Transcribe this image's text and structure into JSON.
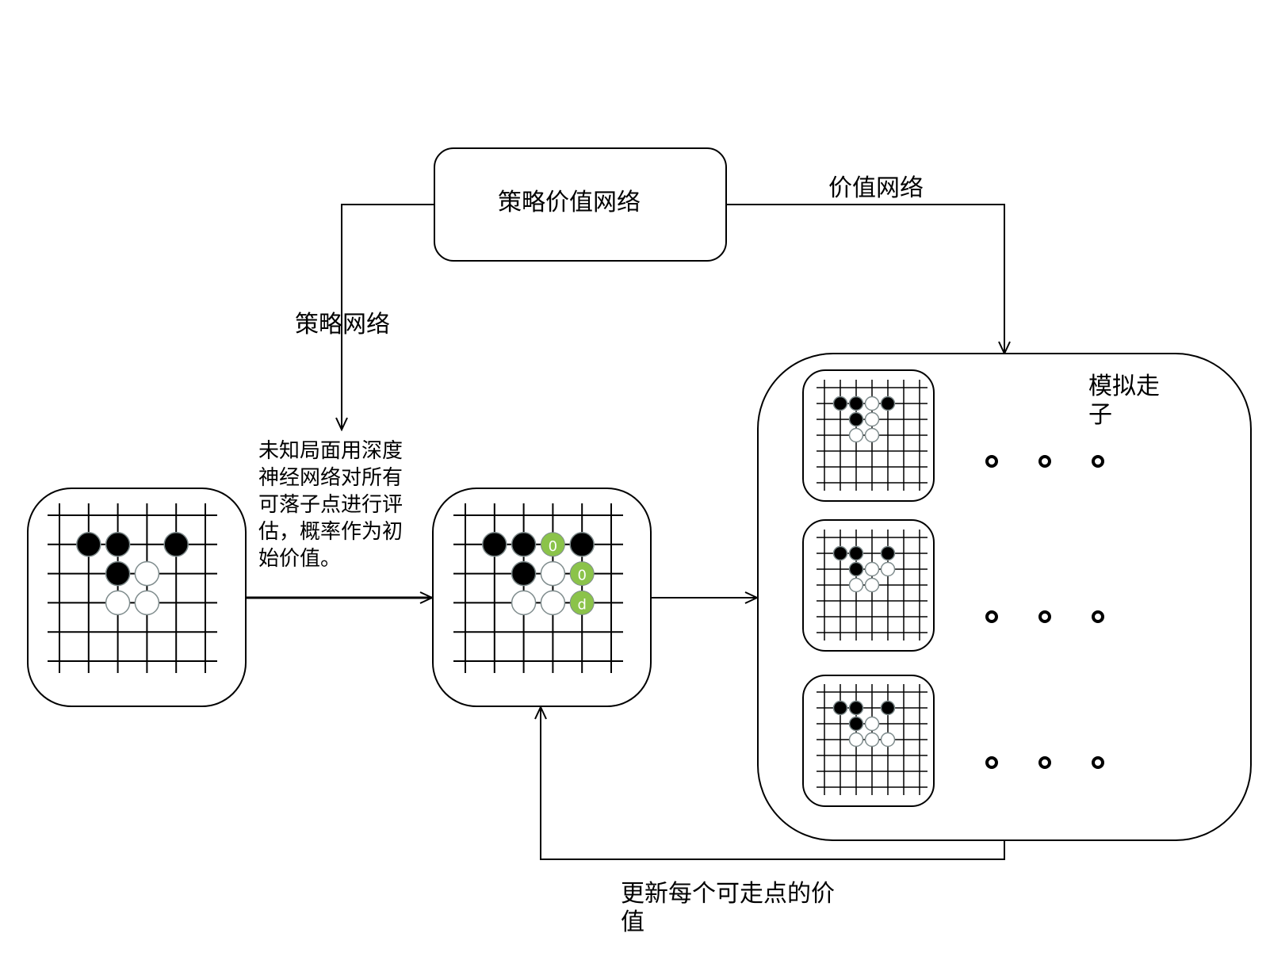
{
  "labels": {
    "core_network": "策略价值网络",
    "value_network": "价值网络",
    "policy_network": "策略网络",
    "evaluation_note": "未知局面用深度\n神经网络对所有\n可落子点进行评\n估，概率作为初\n始价值。",
    "simulate_moves": "模拟走\n子",
    "update_values": "更新每个可走点的价\n值"
  },
  "board_marks": {
    "candidate_1": "0",
    "candidate_2": "0",
    "candidate_3": "d"
  },
  "colors": {
    "line": "#000000",
    "black_stone": "#000000",
    "white_stone": "#ffffff",
    "stone_outline": "#7f8c8d",
    "candidate_fill": "#8bc34a"
  },
  "boards": {
    "initial": {
      "black": [
        [
          1,
          1
        ],
        [
          2,
          1
        ],
        [
          4,
          1
        ],
        [
          2,
          2
        ]
      ],
      "white": [
        [
          3,
          2
        ],
        [
          2,
          3
        ],
        [
          3,
          3
        ]
      ]
    },
    "evaluated": {
      "black": [
        [
          1,
          1
        ],
        [
          2,
          1
        ],
        [
          4,
          1
        ],
        [
          2,
          2
        ]
      ],
      "white": [
        [
          3,
          2
        ],
        [
          2,
          3
        ],
        [
          3,
          3
        ]
      ],
      "candidates": [
        [
          3,
          1
        ],
        [
          4,
          2
        ],
        [
          4,
          3
        ]
      ]
    },
    "sim_1": {
      "black": [
        [
          1,
          1
        ],
        [
          2,
          1
        ],
        [
          4,
          1
        ],
        [
          2,
          2
        ]
      ],
      "white": [
        [
          3,
          1
        ],
        [
          3,
          2
        ],
        [
          2,
          3
        ],
        [
          3,
          3
        ]
      ]
    },
    "sim_2": {
      "black": [
        [
          1,
          1
        ],
        [
          2,
          1
        ],
        [
          4,
          1
        ],
        [
          2,
          2
        ]
      ],
      "white": [
        [
          4,
          2
        ],
        [
          3,
          2
        ],
        [
          2,
          3
        ],
        [
          3,
          3
        ]
      ]
    },
    "sim_3": {
      "black": [
        [
          1,
          1
        ],
        [
          2,
          1
        ],
        [
          4,
          1
        ],
        [
          2,
          2
        ]
      ],
      "white": [
        [
          4,
          3
        ],
        [
          3,
          2
        ],
        [
          2,
          3
        ],
        [
          3,
          3
        ]
      ]
    }
  }
}
